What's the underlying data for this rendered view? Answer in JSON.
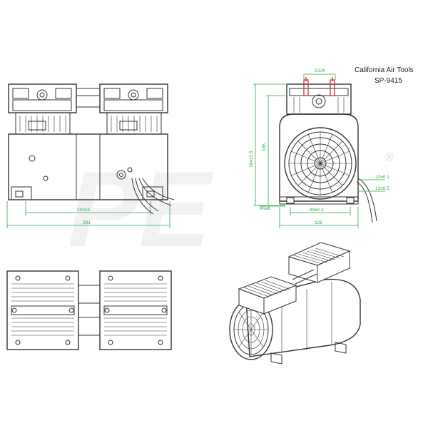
{
  "header": {
    "brand": "California Air Tools",
    "model": "SP-9415"
  },
  "watermark": {
    "text": "PE"
  },
  "dimensions": {
    "front_center": "202±3",
    "front_total": "291",
    "side_height_total": "184±2.5",
    "side_height_body": "165",
    "port_thread": "G1/4",
    "side_bolt_spacing": "89±0.1",
    "side_total_width": "129",
    "side_foot_height": "4X⌀6",
    "right_label_upper": "12±0.1",
    "right_label_lower": "13±0.5"
  },
  "colors": {
    "dimension": "#2ea84a",
    "port_marker": "#d42020",
    "line": "#333333"
  }
}
